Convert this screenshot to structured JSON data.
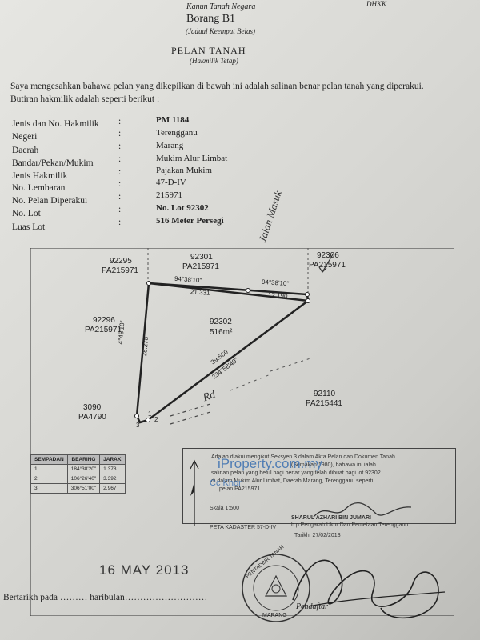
{
  "header": {
    "kanun": "Kanun Tanah Negara",
    "dhkk": "DHKK",
    "borang": "Borang B1",
    "jadual": "(Jadual Keempat Belas)",
    "pelan": "PELAN TANAH",
    "hakmilik_tetap": "(Hakmilik Tetap)"
  },
  "intro": {
    "line1": "Saya mengesahkan bahawa pelan yang dikepilkan di bawah ini adalah salinan benar pelan tanah yang diperakui.",
    "line2": "Butiran hakmilik adalah seperti berikut :"
  },
  "details": [
    {
      "label": "Jenis dan No. Hakmilik",
      "colon": ":",
      "value": "PM 1184"
    },
    {
      "label": "Negeri",
      "colon": ":",
      "value": "Terengganu"
    },
    {
      "label": "Daerah",
      "colon": ":",
      "value": "Marang"
    },
    {
      "label": "Bandar/Pekan/Mukim",
      "colon": ":",
      "value": "Mukim Alur Limbat"
    },
    {
      "label": "Jenis Hakmilik",
      "colon": ":",
      "value": "Pajakan Mukim"
    },
    {
      "label": "No. Lembaran",
      "colon": ":",
      "value": "47-D-IV"
    },
    {
      "label": "No. Pelan Diperakui",
      "colon": ":",
      "value": "215971"
    },
    {
      "label": "No. Lot",
      "colon": ":",
      "value": "No. Lot 92302"
    },
    {
      "label": "Luas Lot",
      "colon": ":",
      "value": "516 Meter Persegi"
    }
  ],
  "plan": {
    "lots": [
      {
        "no": "92295",
        "pa": "PA215971"
      },
      {
        "no": "92301",
        "pa": "PA215971"
      },
      {
        "no": "92306",
        "pa": "PA215971"
      },
      {
        "no": "92296",
        "pa": "PA215971"
      },
      {
        "no": "92302",
        "area": "516m²"
      },
      {
        "no": "3090",
        "pa": "PA4790"
      },
      {
        "no": "92110",
        "pa": "PA215441"
      }
    ],
    "bearing_top_left": "94°38'10\"",
    "dist_top_left": "21.331",
    "bearing_top_right": "94°38'10\"",
    "dist_top_right": "12.190",
    "bearing_left": "4°48'10\"",
    "dist_left": "28.278",
    "dist_diag": "39.560",
    "bearing_diag": "234°58'40\"",
    "handwriting_jalan": "Jalan Masuk",
    "handwriting_rd": "Rd",
    "stations": [
      "1",
      "2",
      "3"
    ]
  },
  "bearing_table": {
    "headers": [
      "SEMPADAN",
      "BEARING",
      "JARAK"
    ],
    "rows": [
      [
        "1",
        "184°38'20\"",
        "1.378"
      ],
      [
        "2",
        "106°26'40\"",
        "3.392"
      ],
      [
        "3",
        "306°51'00\"",
        "2.967"
      ]
    ]
  },
  "certificate": {
    "lines": [
      "Adalah diakui mengikut Seksyen 3 dalam Akta Pelan dan Dokumen Tanah",
      "salinan pelan yang betul bagi benar yang telah dibuat bagi lot 92302",
      "di dalam  Mukim Alur Limbat, Daerah Marang, Terengganu seperti",
      "pelan PA215971"
    ],
    "semakan": "(Semakan 1980), bahawa  ini ialah",
    "skala": "Skala 1:500",
    "peta": "PETA KADASTER 57-D-IV",
    "officer_name": "SHARUL AZHARI BIN JUMARI",
    "officer_title": "b.p Pengarah Ukur Dan Pemetaan Terengganu",
    "tarikh": "Tarikh: 27/02/2013"
  },
  "watermark": {
    "site": "iProperty.com.my",
    "agent": "Cc Khor"
  },
  "stamp_date": "16 MAY 2013",
  "footer": {
    "bertarikh": "Bertarikh pada ……… haribulan………………………",
    "pendaftar": "Pendaftar"
  },
  "seal": {
    "top": "PENTADBIR TANAH",
    "bottom": "MARANG"
  },
  "colors": {
    "ink": "#222222",
    "stamp": "#333333",
    "watermark": "#3a6fb0"
  }
}
